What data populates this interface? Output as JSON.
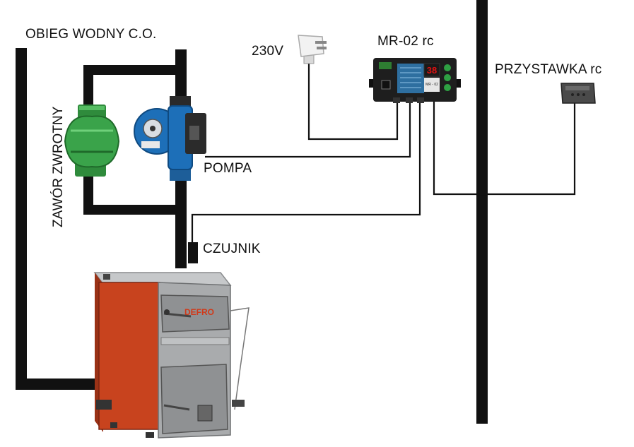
{
  "labels": {
    "circuit": "OBIEG WODNY C.O.",
    "valve": "ZAWÓR ZWROTNY",
    "pump": "POMPA",
    "sensor": "CZUJNIK",
    "power": "230V",
    "controller": "MR-02 rc",
    "remote": "PRZYSTAWKA rc"
  },
  "controller_display": {
    "digits": "38",
    "model_text": "MR - 02"
  },
  "boiler_brand": "DEFRO",
  "colors": {
    "pipe": "#111111",
    "boiler_red": "#c8431e",
    "boiler_grey": "#a9abad",
    "pump_blue": "#1d6fb8",
    "valve_green": "#3aa34a",
    "display_red": "#e01010",
    "controller_body": "#1e1e1e"
  },
  "icons": {
    "plug": "power-plug-icon",
    "pump": "circulation-pump-icon",
    "valve": "check-valve-icon",
    "sensor": "temperature-sensor-icon",
    "boiler": "boiler-icon",
    "controller": "controller-device-icon",
    "remote": "remote-module-icon"
  }
}
